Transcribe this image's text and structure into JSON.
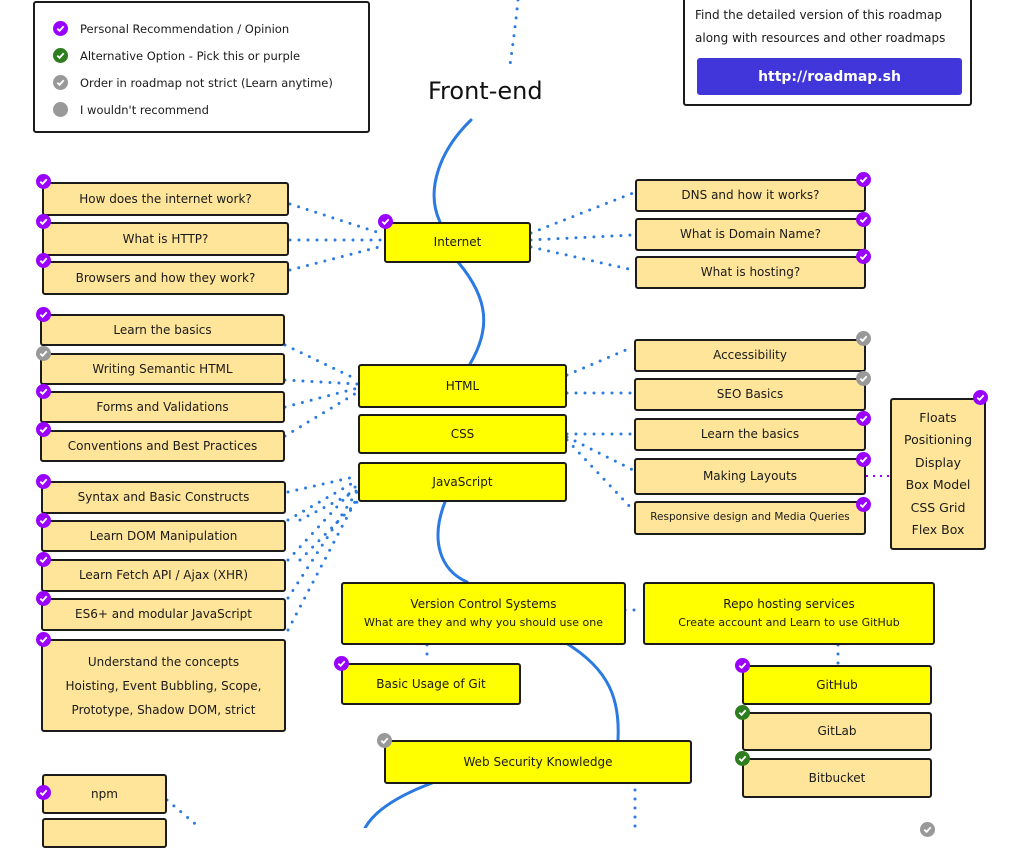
{
  "legend": {
    "items": [
      {
        "label": "Personal Recommendation / Opinion",
        "badge": "purple-check-icon"
      },
      {
        "label": "Alternative Option - Pick this or purple",
        "badge": "green-check-icon"
      },
      {
        "label": "Order in roadmap not strict (Learn anytime)",
        "badge": "gray-check-icon"
      },
      {
        "label": "I wouldn't recommend",
        "badge": "gray-dot-icon"
      }
    ]
  },
  "promo": {
    "line1": "Find the detailed version of this roadmap",
    "line2": "along with resources and other roadmaps",
    "link_label": "http://roadmap.sh"
  },
  "title": "Front-end",
  "colors": {
    "topic": "#ffff00",
    "subtopic": "#ffe599",
    "purple": "#9900ff",
    "green": "#2e7d1f",
    "gray": "#999999",
    "link_button": "#4136d9",
    "connector": "#2a7ae2"
  },
  "nodes": {
    "internet": "Internet",
    "internet_left": [
      "How does the internet work?",
      "What is HTTP?",
      "Browsers and how they work?"
    ],
    "internet_right": [
      "DNS and how it works?",
      "What is Domain Name?",
      "What is hosting?"
    ],
    "html": "HTML",
    "css": "CSS",
    "javascript": "JavaScript",
    "html_left": [
      "Learn the basics",
      "Writing Semantic HTML",
      "Forms and Validations",
      "Conventions and Best Practices"
    ],
    "html_right": [
      "Accessibility",
      "SEO Basics"
    ],
    "css_right": [
      "Learn the basics",
      "Making Layouts",
      "Responsive design and Media Queries"
    ],
    "layout_list": [
      "Floats",
      "Positioning",
      "Display",
      "Box Model",
      "CSS Grid",
      "Flex Box"
    ],
    "js_left": [
      "Syntax and Basic Constructs",
      "Learn DOM Manipulation",
      "Learn Fetch API / Ajax (XHR)",
      "ES6+ and modular JavaScript"
    ],
    "js_concepts": {
      "line1": "Understand the concepts",
      "line2": "Hoisting, Event Bubbling, Scope,",
      "line3": "Prototype, Shadow DOM, strict"
    },
    "vcs": {
      "title": "Version Control Systems",
      "subtitle": "What are they and why you should use one"
    },
    "git": "Basic Usage of Git",
    "repo": {
      "title": "Repo hosting services",
      "subtitle": "Create account and Learn to use GitHub"
    },
    "repo_options": [
      "GitHub",
      "GitLab",
      "Bitbucket"
    ],
    "web_security": "Web Security Knowledge",
    "npm": "npm"
  }
}
